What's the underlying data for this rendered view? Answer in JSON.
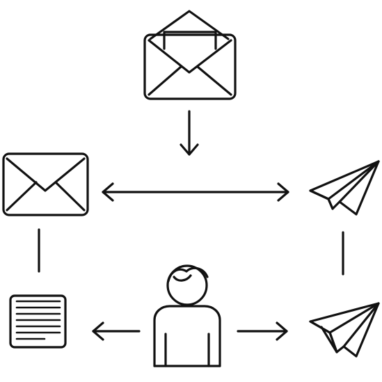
{
  "diagram": {
    "nodes": [
      {
        "id": "open-envelope",
        "icon": "open-envelope-icon"
      },
      {
        "id": "closed-envelope",
        "icon": "closed-envelope-icon"
      },
      {
        "id": "paper-plane-top",
        "icon": "paper-plane-icon"
      },
      {
        "id": "document",
        "icon": "document-lines-icon"
      },
      {
        "id": "person",
        "icon": "person-icon"
      },
      {
        "id": "paper-plane-bottom",
        "icon": "paper-plane-icon"
      }
    ],
    "edges": [
      {
        "from": "open-envelope",
        "to": "closed-envelope",
        "style": "arrow-down"
      },
      {
        "from": "closed-envelope",
        "to": "paper-plane-top",
        "style": "double-arrow"
      },
      {
        "from": "closed-envelope",
        "to": "document",
        "style": "line"
      },
      {
        "from": "paper-plane-top",
        "to": "paper-plane-bottom",
        "style": "line"
      },
      {
        "from": "person",
        "to": "document",
        "style": "arrow"
      },
      {
        "from": "person",
        "to": "paper-plane-bottom",
        "style": "arrow"
      }
    ],
    "colors": {
      "stroke": "#111111",
      "background": "#ffffff"
    }
  }
}
